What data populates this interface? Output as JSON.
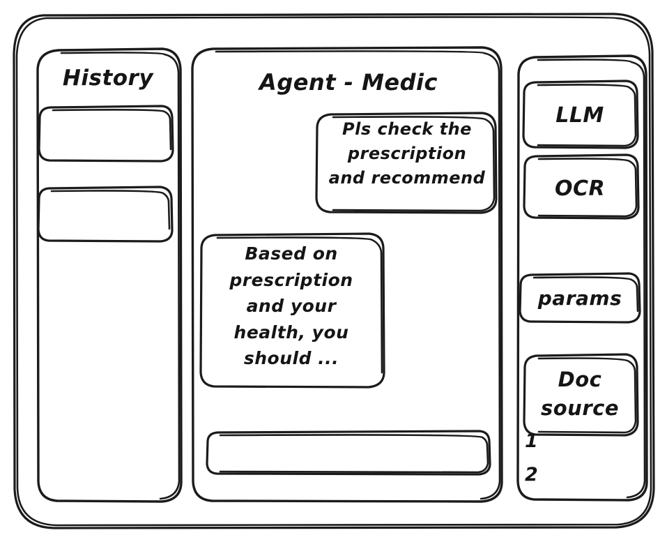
{
  "window": {
    "background": "#ffffff",
    "ink_color": "#1b1b1b",
    "style": "hand-drawn-wireframe"
  },
  "sidebar_left": {
    "title": "History",
    "items": [
      {
        "label": "",
        "name": "history-item-1"
      },
      {
        "label": "",
        "name": "history-item-2"
      }
    ]
  },
  "main": {
    "title": "Agent - Medic",
    "messages": [
      {
        "role": "user",
        "text": "Pls check the\nprescription\nand recommend"
      },
      {
        "role": "assistant",
        "text": "Based on\nprescription\nand your\nhealth, you\nshould ..."
      }
    ],
    "composer": {
      "value": "",
      "placeholder": ""
    }
  },
  "sidebar_right": {
    "tools": [
      {
        "label": "LLM",
        "name": "tool-llm"
      },
      {
        "label": "OCR",
        "name": "tool-ocr"
      },
      {
        "label": "params",
        "name": "tool-params"
      }
    ],
    "doc_source": {
      "label": "Doc\nsource",
      "references": [
        "1",
        "2"
      ]
    }
  }
}
